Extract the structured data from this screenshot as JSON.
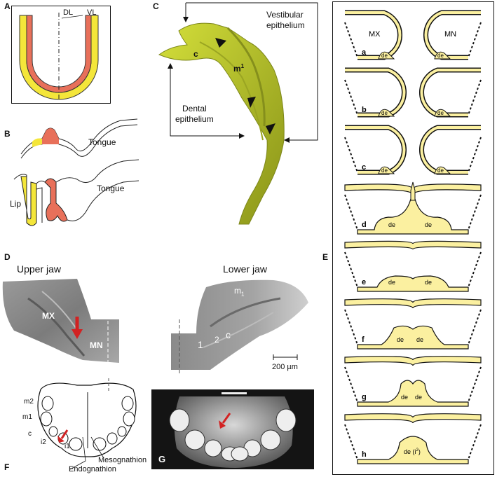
{
  "panels": {
    "A": {
      "letter": "A",
      "dl": "DL",
      "vl": "VL"
    },
    "B": {
      "letter": "B",
      "tongue_top": "Tongue",
      "tongue_bottom": "Tongue",
      "lip": "Lip"
    },
    "C": {
      "letter": "C",
      "vestibular_line1": "Vestibular",
      "vestibular_line2": "epithelium",
      "dental_line1": "Dental",
      "dental_line2": "epithelium",
      "c": "c",
      "m1": "m",
      "m1_sup": "1"
    },
    "D": {
      "letter": "D",
      "upper_jaw": "Upper jaw",
      "lower_jaw": "Lower jaw",
      "mx": "MX",
      "mn": "MN",
      "m1": "m",
      "m1_sub": "1",
      "t1": "1",
      "t2": "2",
      "c": "c",
      "scale": "200 µm"
    },
    "E": {
      "letter": "E",
      "mx": "MX",
      "mn": "MN",
      "de": "de",
      "de_i2": "de (i",
      "de_i2_sup": "2",
      "de_i2_close": ")",
      "rows": [
        "a",
        "b",
        "c",
        "d",
        "e",
        "f",
        "g",
        "h"
      ]
    },
    "F": {
      "letter": "F",
      "m2": "m2",
      "m1": "m1",
      "c": "c",
      "i2": "i2",
      "i1": "i1",
      "mesognathion": "Mesognathion",
      "endognathion": "Endognathion"
    },
    "G": {
      "letter": "G"
    }
  },
  "colors": {
    "yellow": "#fbf0a0",
    "orange": "#e8705a",
    "brightyellow": "#f4e63a",
    "olive": "#b9c42c",
    "grey": "#8c8c8c",
    "arrow_red": "#d22222"
  }
}
